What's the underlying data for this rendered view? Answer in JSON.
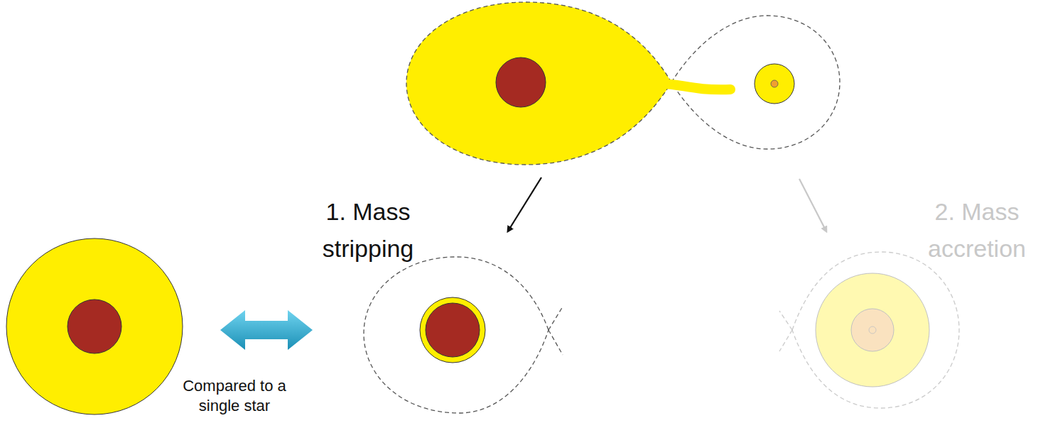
{
  "diagram": {
    "labels": [
      "1. Mass stripping",
      "2. Mass accretion",
      "Compared to a single star"
    ]
  }
}
